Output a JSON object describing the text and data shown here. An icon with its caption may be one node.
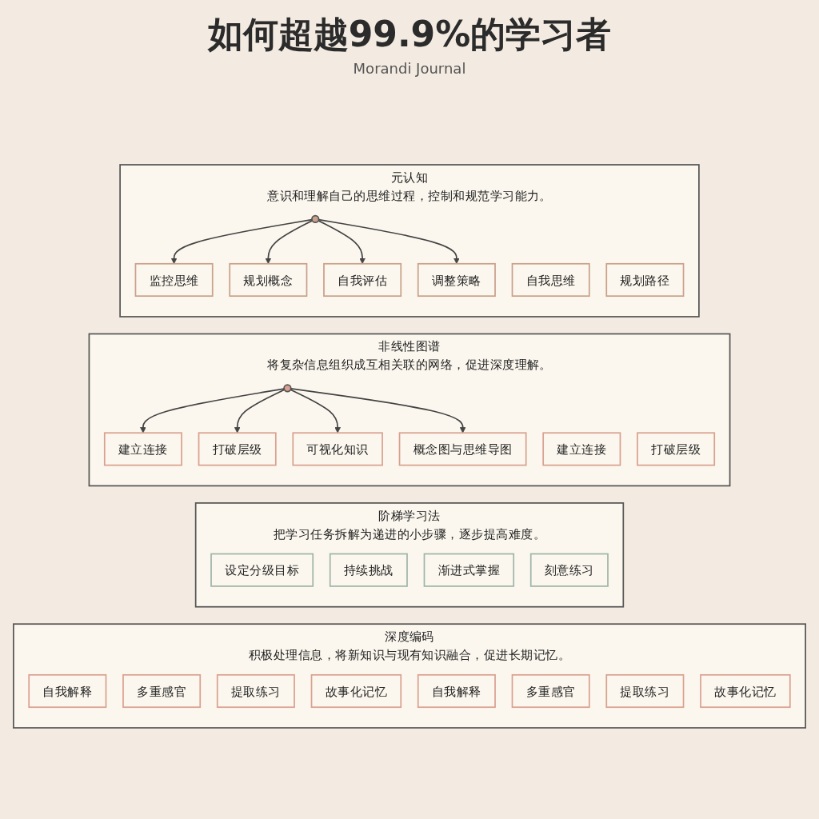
{
  "diagram": {
    "title": "如何超越99.9%的学习者",
    "nodes": [
      {
        "text": [
          "元认知",
          "意识和理解自己的思维过程，控制和规范学习能力。"
        ]
      },
      {
        "text": [],
        "shape": "circle",
        "in": 0
      },
      {
        "text": [
          "监控思维"
        ],
        "in": 0
      },
      {
        "text": [
          "规划概念"
        ],
        "in": 0
      },
      {
        "text": [
          "自我思维"
        ],
        "in": 0
      },
      {
        "text": [
          "自我评估"
        ],
        "in": 0
      },
      {
        "text": [
          "调整策略"
        ],
        "in": 0
      },
      {
        "text": [
          "规划路径"
        ],
        "in": 0
      },
      {
        "text": [
          "非线性图谱",
          "将复杂信息组织成互相关联的网络，促进深度理解。"
        ]
      },
      {
        "text": [],
        "shape": "circle",
        "in": 8
      },
      {
        "text": [
          "建立连接"
        ],
        "in": 8
      },
      {
        "text": [
          "打破层级"
        ],
        "in": 8
      },
      {
        "text": [
          "建立连接"
        ],
        "in": 8
      },
      {
        "text": [
          "可视化知识"
        ],
        "in": 8
      },
      {
        "text": [
          "概念图与思维导图"
        ],
        "in": 8
      },
      {
        "text": [
          "打破层级"
        ],
        "in": 8
      },
      {
        "text": [
          "阶梯学习法",
          "把学习任务拆解为递进的小步骤，逐步提高难度。"
        ]
      },
      {
        "text": [
          "设定分级目标"
        ],
        "in": 16
      },
      {
        "text": [
          "持续挑战"
        ],
        "in": 16
      },
      {
        "text": [
          "渐进式掌握"
        ],
        "in": 16
      },
      {
        "text": [
          "刻意练习"
        ],
        "in": 16
      },
      {
        "text": [
          "深度编码",
          "积极处理信息，将新知识与现有知识融合，促进长期记忆。"
        ]
      },
      {
        "text": [
          "自我解释"
        ],
        "in": 21
      },
      {
        "text": [
          "多重感官"
        ],
        "in": 21
      },
      {
        "text": [
          "提取练习"
        ],
        "in": 21
      },
      {
        "text": [
          "故事化记忆"
        ],
        "in": 21
      },
      {
        "text": [
          "自我解释"
        ],
        "in": 21
      },
      {
        "text": [
          "多重感官"
        ],
        "in": 21
      },
      {
        "text": [
          "提取练习"
        ],
        "in": 21
      },
      {
        "text": [
          "故事化记忆"
        ],
        "in": 21
      }
    ],
    "edges": [
      {
        "from": 1,
        "to": 2,
        "arrow": "to"
      },
      {
        "from": 1,
        "to": 3,
        "arrow": "to"
      },
      {
        "from": 1,
        "to": 5,
        "arrow": "to"
      },
      {
        "from": 1,
        "to": 6,
        "arrow": "to"
      },
      {
        "from": 9,
        "to": 10,
        "arrow": "to"
      },
      {
        "from": 9,
        "to": 11,
        "arrow": "to"
      },
      {
        "from": 9,
        "to": 13,
        "arrow": "to"
      },
      {
        "from": 9,
        "to": 14,
        "arrow": "to"
      }
    ],
    "labels": [
      "Morandi Journal"
    ]
  }
}
